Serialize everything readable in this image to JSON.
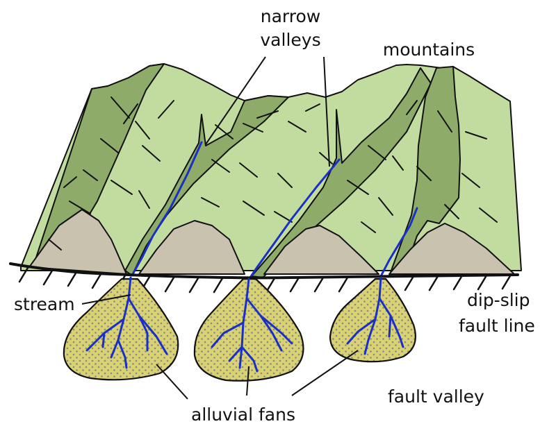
{
  "labels": {
    "narrow_valleys_1": "narrow",
    "narrow_valleys_2": "valleys",
    "mountains": "mountains",
    "stream": "stream",
    "fault_line_1": "dip-slip",
    "fault_line_2": "fault line",
    "fault_valley": "fault valley",
    "alluvial_fans": "alluvial fans"
  },
  "colors": {
    "light_green": "#c2dca0",
    "dark_green": "#8eab6a",
    "rock_gray": "#c9c2ae",
    "fan_fill": "#d9d275",
    "fan_dot": "#8a8a7a",
    "stream_blue": "#1a2fc4",
    "outline": "#111111"
  }
}
